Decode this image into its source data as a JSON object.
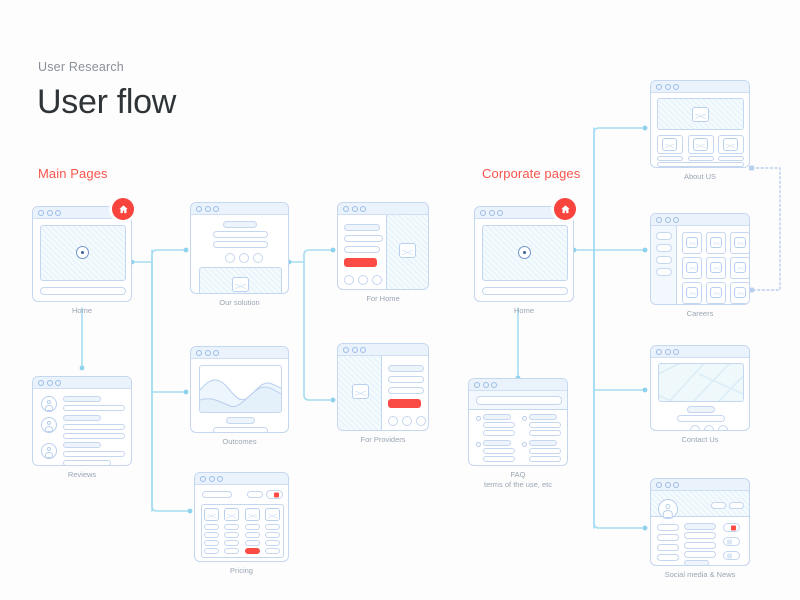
{
  "header": {
    "eyebrow": "User Research",
    "title": "User flow"
  },
  "sections": {
    "main": "Main Pages",
    "corporate": "Corporate pages"
  },
  "colors": {
    "accent_red": "#f8554e",
    "badge_red": "#f8443d",
    "wire_blue": "#a6ddf2",
    "outline_blue": "#c5d6ef",
    "caption_gray": "#9aa6b4",
    "title_dark": "#2f3438",
    "background": "#fdfdfd"
  },
  "nodes": {
    "home_main": {
      "caption": "Home",
      "badge": "home-icon"
    },
    "reviews": {
      "caption": "Reviews"
    },
    "our_solution": {
      "caption": "Our solution"
    },
    "outcomes": {
      "caption": "Outcomes"
    },
    "pricing": {
      "caption": "Pricing"
    },
    "for_home": {
      "caption": "For Home"
    },
    "for_providers": {
      "caption": "For Providers"
    },
    "home_corp": {
      "caption": "Home",
      "badge": "home-icon"
    },
    "faq": {
      "caption": "FAQ",
      "caption2": "terms of the use, etc"
    },
    "about_us": {
      "caption": "About US"
    },
    "careers": {
      "caption": "Careers"
    },
    "contact_us": {
      "caption": "Contact Us"
    },
    "social": {
      "caption": "Social media & News"
    }
  }
}
